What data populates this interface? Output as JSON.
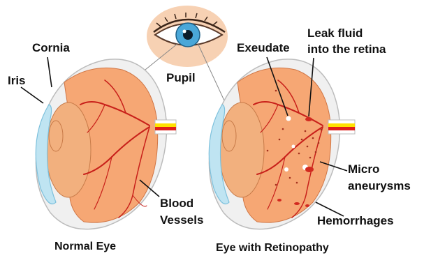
{
  "colors": {
    "sclera": "#f0f0f0",
    "retina": "#f6a774",
    "retina_dark": "#e8834b",
    "cornea": "#bfe4f2",
    "iris": "#f2b07e",
    "vessel": "#c8201a",
    "optic_yellow": "#ffe100",
    "optic_red": "#e0201a",
    "eye_blue": "#4aa7d8",
    "skin": "#f7d1b3"
  },
  "icons": {
    "top_eye": "human-eye-icon"
  },
  "labels": {
    "cornia": "Cornia",
    "iris": "Iris",
    "pupil": "Pupil",
    "blood_vessels_line1": "Blood",
    "blood_vessels_line2": "Vessels",
    "exeudate": "Exeudate",
    "leak_line1": "Leak fluid",
    "leak_line2": "into the retina",
    "micro_line1": "Micro",
    "micro_line2": "aneurysms",
    "hemorrhages": "Hemorrhages"
  },
  "captions": {
    "normal": "Normal Eye",
    "retinopathy": "Eye with Retinopathy"
  }
}
